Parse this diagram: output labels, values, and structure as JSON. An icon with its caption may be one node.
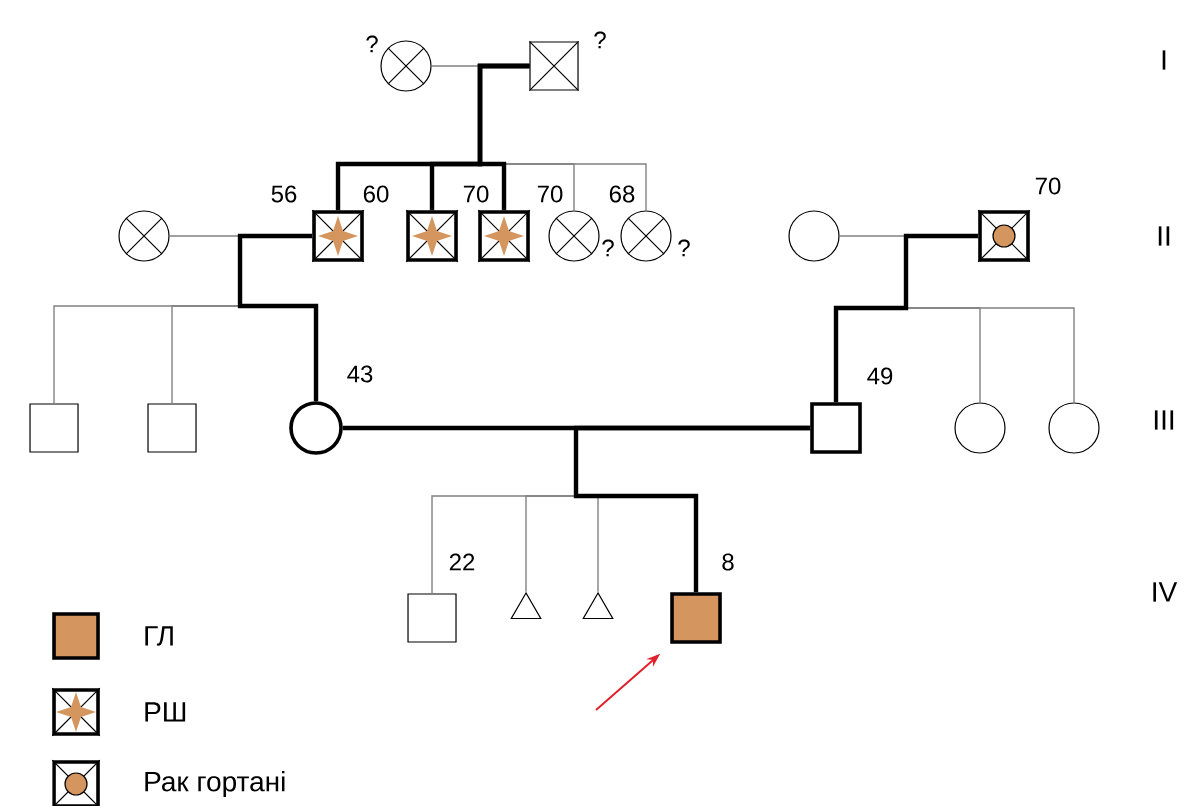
{
  "diagram": {
    "nodes": [
      {
        "text": [],
        "shape": "circle",
        "beside": [
          "?"
        ]
      },
      {
        "text": [],
        "shape": "box",
        "beside": [
          "?"
        ]
      },
      {
        "text": [],
        "shape": "circle"
      },
      {
        "text": [],
        "shape": "box",
        "beside": [
          "56"
        ]
      },
      {
        "text": [],
        "shape": "box",
        "beside": [
          "60"
        ]
      },
      {
        "text": [],
        "shape": "box",
        "beside": [
          "70"
        ]
      },
      {
        "text": [],
        "shape": "circle",
        "beside": [
          "70",
          "?"
        ]
      },
      {
        "text": [],
        "shape": "circle",
        "beside": [
          "68",
          "?"
        ]
      },
      {
        "text": [],
        "shape": "circle"
      },
      {
        "text": [],
        "shape": "box",
        "beside": [
          "70"
        ]
      },
      {
        "text": [],
        "shape": "box"
      },
      {
        "text": [],
        "shape": "box"
      },
      {
        "text": [],
        "shape": "circle",
        "beside": [
          "43"
        ]
      },
      {
        "text": [],
        "shape": "box",
        "beside": [
          "49"
        ]
      },
      {
        "text": [],
        "shape": "circle"
      },
      {
        "text": [],
        "shape": "circle"
      },
      {
        "text": [],
        "shape": "box",
        "beside": [
          "22"
        ]
      },
      {
        "text": [],
        "shape": "triangle"
      },
      {
        "text": [],
        "shape": "triangle"
      },
      {
        "text": [],
        "shape": "box",
        "beside": [
          "8"
        ]
      }
    ],
    "edges": [
      {
        "from": 0,
        "to": 1,
        "arrow": "none"
      },
      {
        "from": 1,
        "to": 3,
        "arrow": "none",
        "style": "thick",
        "color": "#000000"
      },
      {
        "from": 1,
        "to": 4,
        "arrow": "none",
        "style": "thick",
        "color": "#000000"
      },
      {
        "from": 1,
        "to": 5,
        "arrow": "none",
        "style": "thick",
        "color": "#000000"
      },
      {
        "from": 1,
        "to": 6,
        "arrow": "none"
      },
      {
        "from": 1,
        "to": 7,
        "arrow": "none"
      },
      {
        "from": 2,
        "to": 3,
        "arrow": "none"
      },
      {
        "from": 3,
        "to": 10,
        "arrow": "none"
      },
      {
        "from": 3,
        "to": 11,
        "arrow": "none"
      },
      {
        "from": 3,
        "to": 12,
        "arrow": "none",
        "style": "thick",
        "color": "#000000"
      },
      {
        "from": 8,
        "to": 9,
        "arrow": "none"
      },
      {
        "from": 9,
        "to": 13,
        "arrow": "none",
        "style": "thick",
        "color": "#000000"
      },
      {
        "from": 9,
        "to": 14,
        "arrow": "none"
      },
      {
        "from": 9,
        "to": 15,
        "arrow": "none"
      },
      {
        "from": 12,
        "to": 13,
        "arrow": "none",
        "style": "thick",
        "color": "#000000"
      },
      {
        "from": 13,
        "to": 16,
        "arrow": "none"
      },
      {
        "from": 13,
        "to": 17,
        "arrow": "none"
      },
      {
        "from": 13,
        "to": 18,
        "arrow": "none"
      },
      {
        "from": 13,
        "to": 19,
        "arrow": "none",
        "style": "thick",
        "color": "#000000"
      },
      {
        "from": null,
        "to": 19,
        "arrow": "to",
        "color": "#e0202a"
      }
    ],
    "labels": [
      "I",
      "II",
      "III",
      "IV"
    ],
    "legend": [
      {
        "text": "ГЛ",
        "color": "#d4955f"
      },
      {
        "text": "РШ"
      },
      {
        "text": "Рак гортані"
      }
    ]
  }
}
